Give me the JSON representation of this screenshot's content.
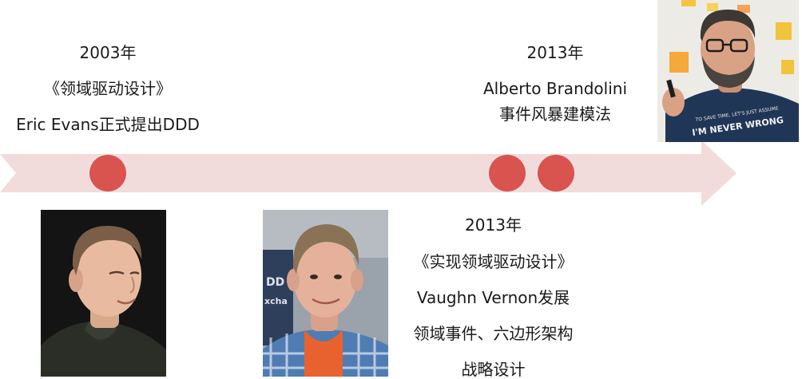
{
  "events": [
    {
      "id": "evans",
      "year": "2003年",
      "lines": [
        "《领域驱动设计》",
        "Eric Evans正式提出DDD"
      ],
      "portrait": "man-portrait-dark-background"
    },
    {
      "id": "vernon",
      "year": "2013年",
      "lines": [
        "《实现领域驱动设计》",
        "Vaughn Vernon发展",
        "领域事件、六边形架构",
        "战略设计"
      ],
      "portrait": "man-portrait-plaid-shirt"
    },
    {
      "id": "brandolini",
      "year": "2013年",
      "lines": [
        "Alberto Brandolini",
        "事件风暴建模法"
      ],
      "portrait": "man-portrait-sticky-notes-background"
    }
  ],
  "photo_tshirt_text": [
    "TO SAVE TIME, LET'S JUST ASSUME",
    "I'M NEVER WRONG"
  ],
  "colors": {
    "arrow": "#f2dcdb",
    "dot": "#d9534f",
    "text": "#1a1a1a"
  }
}
